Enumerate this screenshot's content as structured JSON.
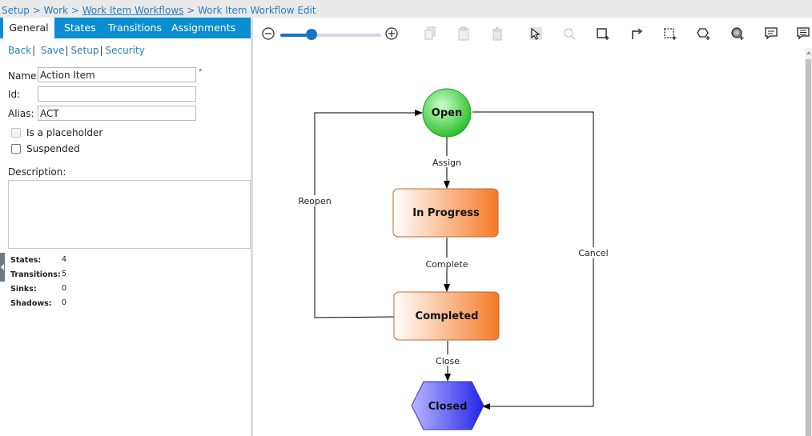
{
  "breadcrumb": {
    "setup": "Setup",
    "sep1": " > ",
    "work": "Work",
    "sep2": " > ",
    "workflows": "Work Item Workflows",
    "sep3": " > ",
    "current": "Work Item Workflow Edit"
  },
  "tabs": {
    "general": "General",
    "states": "States",
    "transitions": "Transitions",
    "assignments": "Assignments"
  },
  "links": {
    "back": "Back",
    "save": "Save",
    "setup": "Setup",
    "security": "Security",
    "sep": "|"
  },
  "form": {
    "name_label": "Name:",
    "name_value": "Action Item",
    "required_mark": "*",
    "id_label": "Id:",
    "id_value": "",
    "alias_label": "Alias:",
    "alias_value": "ACT",
    "placeholder_label": "Is a placeholder",
    "suspended_label": "Suspended",
    "description_label": "Description:",
    "description_value": ""
  },
  "stats": {
    "states_label": "States:",
    "states_value": "4",
    "transitions_label": "Transitions:",
    "transitions_value": "5",
    "sinks_label": "Sinks:",
    "sinks_value": "0",
    "shadows_label": "Shadows:",
    "shadows_value": "0"
  },
  "zoom": {
    "level": 0.31
  },
  "toolbar_icons": [
    "zoom-out-icon",
    "zoom-in-icon",
    "copy-icon",
    "paste-icon",
    "delete-icon",
    "select-pointer-icon",
    "lasso-icon",
    "add-state-icon",
    "add-transition-icon",
    "select-region-icon",
    "add-shape-icon",
    "fill-icon",
    "comment-icon",
    "notes-icon"
  ],
  "diagram": {
    "nodes": {
      "open": "Open",
      "in_progress": "In Progress",
      "completed": "Completed",
      "closed": "Closed"
    },
    "edges": {
      "assign": "Assign",
      "complete": "Complete",
      "close": "Close",
      "reopen": "Reopen",
      "cancel": "Cancel"
    },
    "colors": {
      "open": "#37c837",
      "in_progress": "#f47a27",
      "completed": "#f47a27",
      "closed": "#3a3aee",
      "link": "#2a7fc1",
      "tab_bar": "#0a8ed0"
    }
  }
}
